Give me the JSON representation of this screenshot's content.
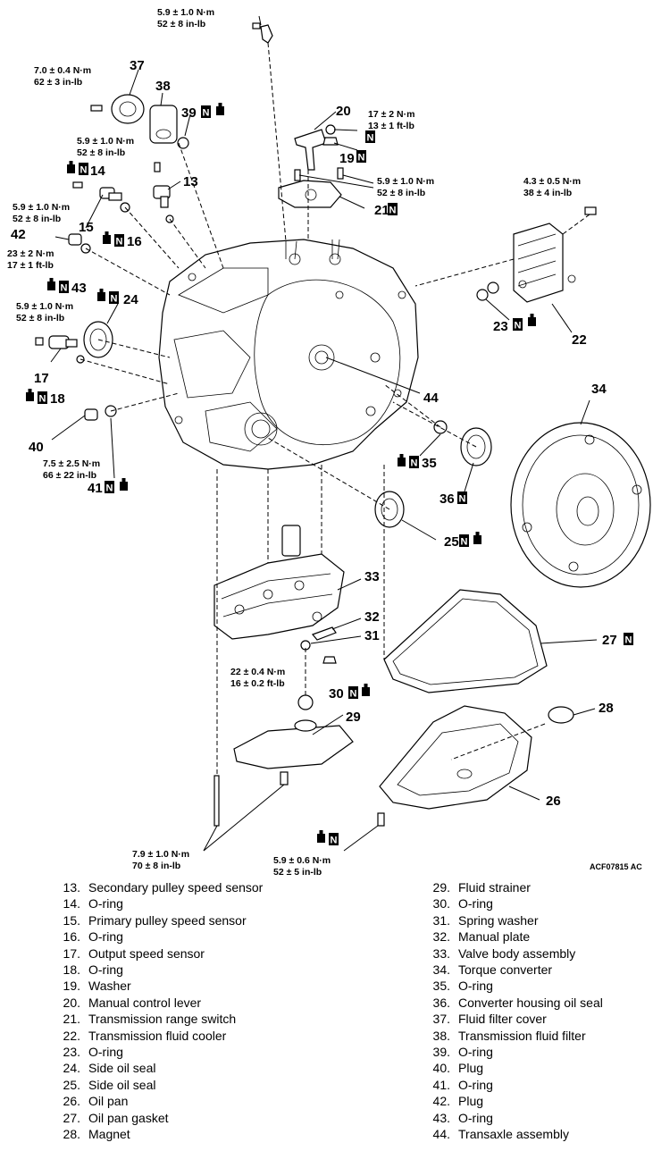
{
  "figure_id": "ACF07815 AC",
  "marks": {
    "new_part": "N",
    "lube": "oil-can-icon"
  },
  "callouts": {
    "c13": "13",
    "c14": "14",
    "c15": "15",
    "c16": "16",
    "c17": "17",
    "c18": "18",
    "c19": "19",
    "c20": "20",
    "c21": "21",
    "c22": "22",
    "c23": "23",
    "c24": "24",
    "c25": "25",
    "c26": "26",
    "c27": "27",
    "c28": "28",
    "c29": "29",
    "c30": "30",
    "c31": "31",
    "c32": "32",
    "c33": "33",
    "c34": "34",
    "c35": "35",
    "c36": "36",
    "c37": "37",
    "c38": "38",
    "c39": "39",
    "c40": "40",
    "c41": "41",
    "c42": "42",
    "c43": "43",
    "c44": "44"
  },
  "torques": {
    "t_top": [
      "5.9 ± 1.0 N·m",
      "52 ± 8 in-lb"
    ],
    "t37": [
      "7.0 ± 0.4 N·m",
      "62 ± 3 in-lb"
    ],
    "t13": [
      "5.9 ± 1.0 N·m",
      "52 ± 8 in-lb"
    ],
    "t15": [
      "5.9 ± 1.0 N·m",
      "52 ± 8 in-lb"
    ],
    "t42": [
      "23 ± 2 N·m",
      "17 ± 1 ft-lb"
    ],
    "t17": [
      "5.9 ± 1.0 N·m",
      "52 ± 8 in-lb"
    ],
    "t40": [
      "7.5 ± 2.5 N·m",
      "66 ± 22 in-lb"
    ],
    "t19": [
      "17 ± 2 N·m",
      "13 ± 1 ft-lb"
    ],
    "t21": [
      "5.9 ± 1.0 N·m",
      "52 ± 8 in-lb"
    ],
    "t22": [
      "4.3 ± 0.5 N·m",
      "38 ± 4 in-lb"
    ],
    "t31": [
      "22 ± 0.4 N·m",
      "16 ± 0.2 ft-lb"
    ],
    "t_pan_bolt": [
      "7.9 ± 1.0 N·m",
      "70 ± 8 in-lb"
    ],
    "t_pan_drain": [
      "5.9 ± 0.6 N·m",
      "52 ± 5 in-lb"
    ]
  },
  "legend_left": [
    {
      "num": "13.",
      "name": "Secondary pulley speed sensor"
    },
    {
      "num": "14.",
      "name": "O-ring"
    },
    {
      "num": "15.",
      "name": "Primary pulley speed sensor"
    },
    {
      "num": "16.",
      "name": "O-ring"
    },
    {
      "num": "17.",
      "name": "Output speed sensor"
    },
    {
      "num": "18.",
      "name": "O-ring"
    },
    {
      "num": "19.",
      "name": "Washer"
    },
    {
      "num": "20.",
      "name": "Manual control lever"
    },
    {
      "num": "21.",
      "name": "Transmission range switch"
    },
    {
      "num": "22.",
      "name": "Transmission fluid cooler"
    },
    {
      "num": "23.",
      "name": "O-ring"
    },
    {
      "num": "24.",
      "name": "Side oil seal"
    },
    {
      "num": "25.",
      "name": "Side oil seal"
    },
    {
      "num": "26.",
      "name": "Oil pan"
    },
    {
      "num": "27.",
      "name": "Oil pan gasket"
    },
    {
      "num": "28.",
      "name": "Magnet"
    }
  ],
  "legend_right": [
    {
      "num": "29.",
      "name": "Fluid strainer"
    },
    {
      "num": "30.",
      "name": "O-ring"
    },
    {
      "num": "31.",
      "name": "Spring washer"
    },
    {
      "num": "32.",
      "name": "Manual plate"
    },
    {
      "num": "33.",
      "name": "Valve body assembly"
    },
    {
      "num": "34.",
      "name": "Torque converter"
    },
    {
      "num": "35.",
      "name": "O-ring"
    },
    {
      "num": "36.",
      "name": "Converter housing oil seal"
    },
    {
      "num": "37.",
      "name": "Fluid filter cover"
    },
    {
      "num": "38.",
      "name": "Transmission fluid filter"
    },
    {
      "num": "39.",
      "name": "O-ring"
    },
    {
      "num": "40.",
      "name": "Plug"
    },
    {
      "num": "41.",
      "name": "O-ring"
    },
    {
      "num": "42.",
      "name": "Plug"
    },
    {
      "num": "43.",
      "name": "O-ring"
    },
    {
      "num": "44.",
      "name": "Transaxle assembly"
    }
  ]
}
